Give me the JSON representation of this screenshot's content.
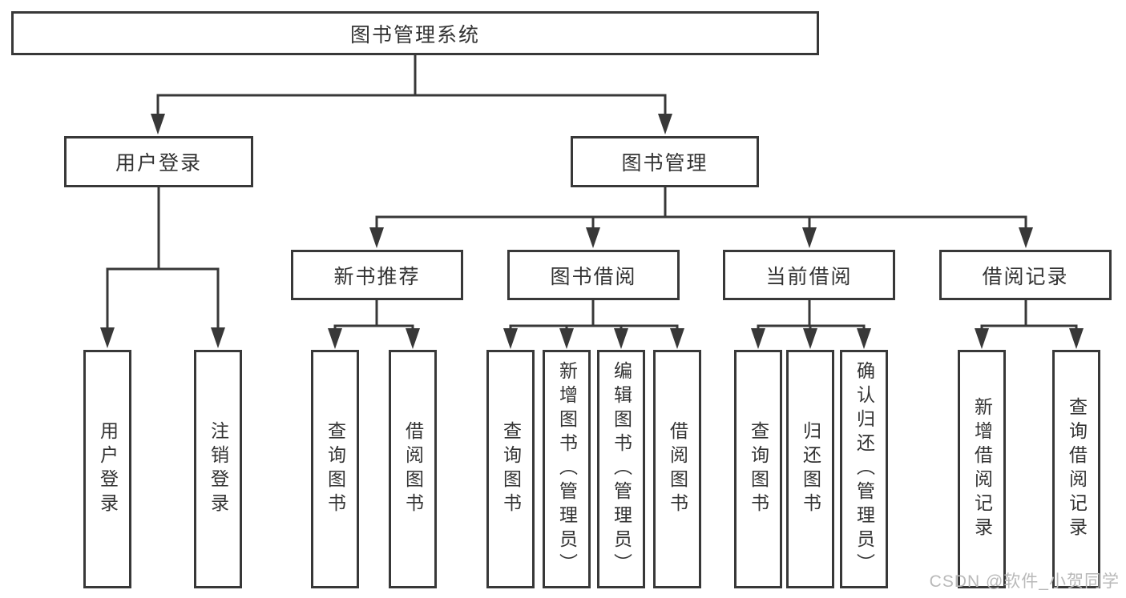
{
  "diagram": {
    "root": {
      "label": "图书管理系统"
    },
    "level2": {
      "user_login": {
        "label": "用户登录"
      },
      "book_manage": {
        "label": "图书管理"
      }
    },
    "level3": {
      "new_books": {
        "label": "新书推荐"
      },
      "book_borrow": {
        "label": "图书借阅"
      },
      "current_borrow": {
        "label": "当前借阅"
      },
      "borrow_records": {
        "label": "借阅记录"
      }
    },
    "leaves": {
      "user_login": [
        "用户登录",
        "注销登录"
      ],
      "new_books": [
        "查询图书",
        "借阅图书"
      ],
      "book_borrow": [
        "查询图书",
        "新增图书（管理员）",
        "编辑图书（管理员）",
        "借阅图书"
      ],
      "current_borrow": [
        "查询图书",
        "归还图书",
        "确认归还（管理员）"
      ],
      "borrow_records": [
        "新增借阅记录",
        "查询借阅记录"
      ]
    }
  },
  "watermark": "CSDN @软件_小贺同学",
  "colors": {
    "line": "#383838",
    "text": "#333333",
    "watermark": "#b9b9b9",
    "background": "#ffffff"
  }
}
